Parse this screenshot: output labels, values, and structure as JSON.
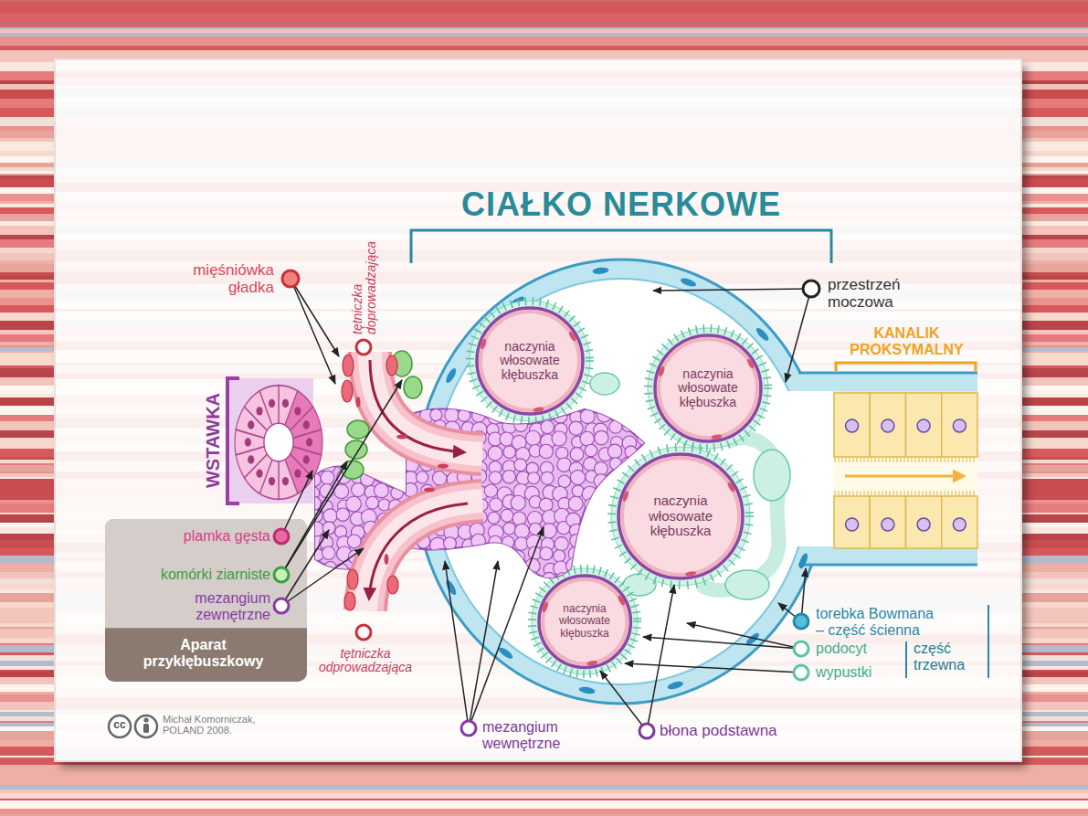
{
  "diagram": {
    "title": "CIAŁKO NERKOWE",
    "nodes": [
      {
        "text": [
          "naczynia włosowate kłębuszka"
        ]
      },
      {
        "text": [
          "naczynia włosowate kłębuszka"
        ]
      },
      {
        "text": [
          "naczynia włosowate kłębuszka"
        ]
      },
      {
        "text": [
          "plamka gęsta",
          "komórki ziarniste",
          "mezangium zewnętrzne",
          "Aparat przykłębuszkowy"
        ]
      },
      {
        "text": [
          "naczynia włosowate kłębuszka"
        ]
      }
    ],
    "labels": [
      "mięśniówka gładka",
      "tętniczka doprowadzająca",
      "przestrzeń moczowa",
      "KANALIK PROKSYMALNY",
      "WSTAWKA",
      "tętniczka odprowadzająca",
      "torebka Bowmana – część ścienna",
      "podocyt",
      "część trzewna",
      "wypustki",
      "mezangium wewnętrzne",
      "błona podstawna",
      "cc",
      "Michał Komorniczak, POLAND 2008."
    ]
  }
}
